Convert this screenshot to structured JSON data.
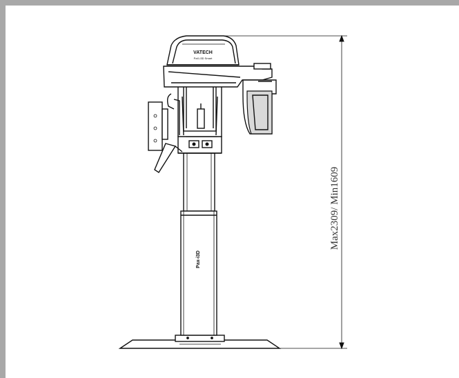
{
  "diagram": {
    "dimension_label": "Max2309/ Min1609",
    "head_brand": "VATECH",
    "head_brand_sub": "PaX-i3D Smart",
    "column_brand": "Pax-i3D",
    "colors": {
      "background": "#a8a8a8",
      "paper": "#ffffff",
      "line": "#111111"
    }
  }
}
